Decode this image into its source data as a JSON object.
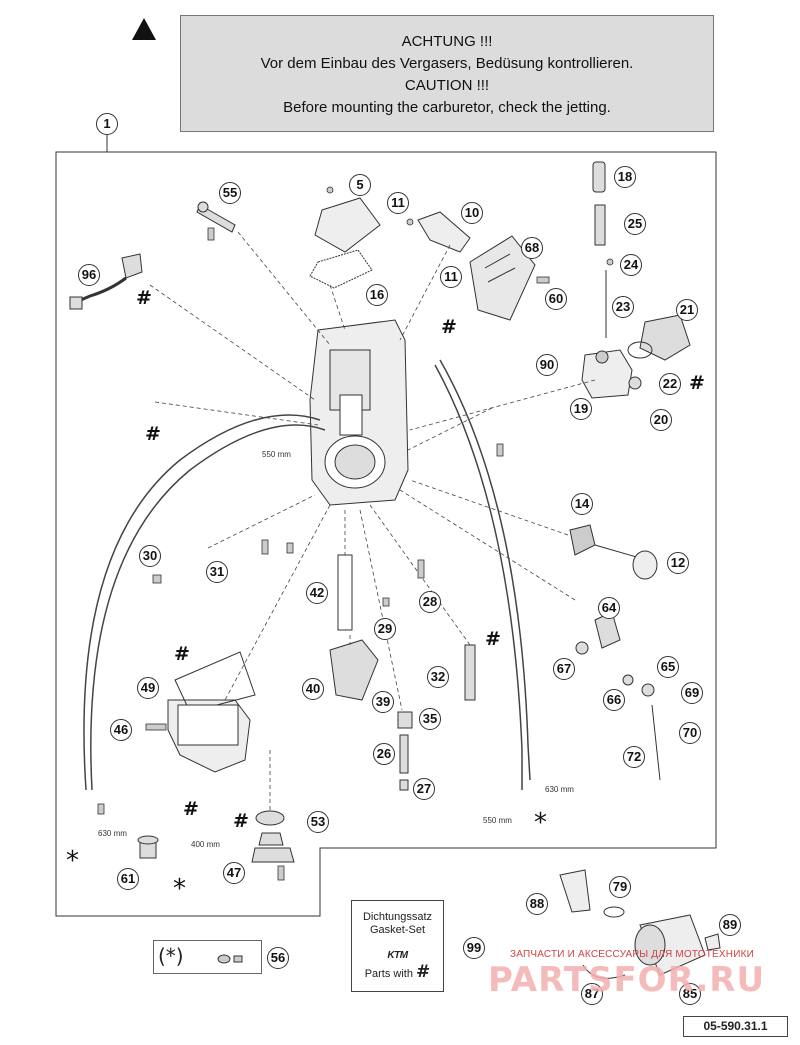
{
  "caution": {
    "line1": "ACHTUNG !!!",
    "line2": "Vor dem Einbau des Vergasers, Bedüsung kontrollieren.",
    "line3": "CAUTION !!!",
    "line4": "Before mounting the carburetor, check the jetting."
  },
  "callouts": [
    {
      "id": "c1",
      "label": "1"
    },
    {
      "id": "c5",
      "label": "5"
    },
    {
      "id": "c10",
      "label": "10"
    },
    {
      "id": "c11a",
      "label": "11"
    },
    {
      "id": "c11b",
      "label": "11"
    },
    {
      "id": "c12",
      "label": "12"
    },
    {
      "id": "c14",
      "label": "14"
    },
    {
      "id": "c16",
      "label": "16"
    },
    {
      "id": "c18",
      "label": "18"
    },
    {
      "id": "c19",
      "label": "19"
    },
    {
      "id": "c20",
      "label": "20"
    },
    {
      "id": "c21",
      "label": "21"
    },
    {
      "id": "c22",
      "label": "22"
    },
    {
      "id": "c23",
      "label": "23"
    },
    {
      "id": "c24",
      "label": "24"
    },
    {
      "id": "c25",
      "label": "25"
    },
    {
      "id": "c26",
      "label": "26"
    },
    {
      "id": "c27",
      "label": "27"
    },
    {
      "id": "c28",
      "label": "28"
    },
    {
      "id": "c29",
      "label": "29"
    },
    {
      "id": "c30",
      "label": "30"
    },
    {
      "id": "c31",
      "label": "31"
    },
    {
      "id": "c32",
      "label": "32"
    },
    {
      "id": "c35",
      "label": "35"
    },
    {
      "id": "c39",
      "label": "39"
    },
    {
      "id": "c40",
      "label": "40"
    },
    {
      "id": "c42",
      "label": "42"
    },
    {
      "id": "c46",
      "label": "46"
    },
    {
      "id": "c47",
      "label": "47"
    },
    {
      "id": "c49",
      "label": "49"
    },
    {
      "id": "c53",
      "label": "53"
    },
    {
      "id": "c55",
      "label": "55"
    },
    {
      "id": "c56",
      "label": "56"
    },
    {
      "id": "c60",
      "label": "60"
    },
    {
      "id": "c61",
      "label": "61"
    },
    {
      "id": "c64",
      "label": "64"
    },
    {
      "id": "c65",
      "label": "65"
    },
    {
      "id": "c66",
      "label": "66"
    },
    {
      "id": "c67",
      "label": "67"
    },
    {
      "id": "c68",
      "label": "68"
    },
    {
      "id": "c69",
      "label": "69"
    },
    {
      "id": "c70",
      "label": "70"
    },
    {
      "id": "c72",
      "label": "72"
    },
    {
      "id": "c79",
      "label": "79"
    },
    {
      "id": "c85",
      "label": "85"
    },
    {
      "id": "c87",
      "label": "87"
    },
    {
      "id": "c88",
      "label": "88"
    },
    {
      "id": "c89",
      "label": "89"
    },
    {
      "id": "c90",
      "label": "90"
    },
    {
      "id": "c96",
      "label": "96"
    },
    {
      "id": "c99",
      "label": "99"
    }
  ],
  "symbols": {
    "hash": "#",
    "asterisk": "*",
    "star_group": "(*)"
  },
  "dimensions": {
    "d550a": "550 mm",
    "d630a": "630 mm",
    "d400": "400 mm",
    "d630b": "630 mm",
    "d550b": "550 mm"
  },
  "gasket_set": {
    "line1": "Dichtungssatz",
    "line2": "Gasket-Set",
    "logo": "KTM",
    "parts_with": "Parts with",
    "hash": "#"
  },
  "drawing_code": "05-590.31.1",
  "watermark": {
    "text": "ЗАПЧАСТИ И АКСЕССУАРЫ ДЛЯ МОТОТЕХНИКИ",
    "brand": "PARTSFOR.RU"
  },
  "colors": {
    "line": "#333333",
    "callout_border": "#333333",
    "caution_bg": "#dcdcdc",
    "watermark": "#f4b0b0"
  }
}
